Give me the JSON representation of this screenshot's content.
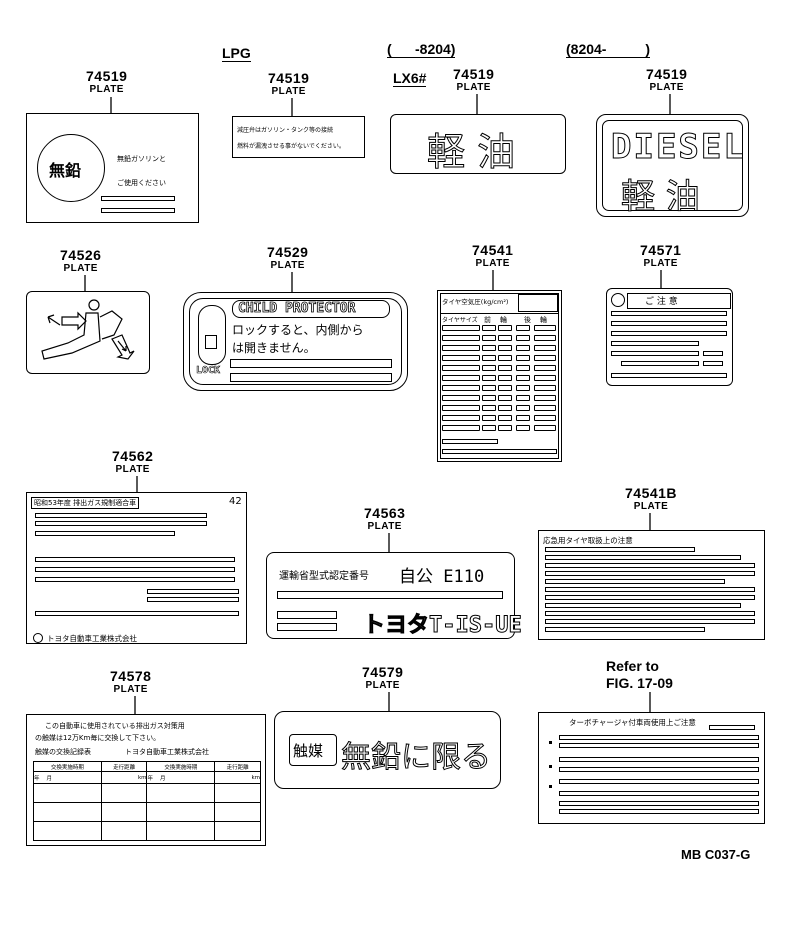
{
  "header": {
    "lpg": "LPG",
    "range_early": "(      -8204)",
    "range_late": "(8204-          )",
    "lx6": "LX6#"
  },
  "parts": {
    "p1": {
      "num": "74519",
      "label": "PLATE"
    },
    "p2": {
      "num": "74519",
      "label": "PLATE"
    },
    "p3": {
      "num": "74519",
      "label": "PLATE"
    },
    "p4": {
      "num": "74519",
      "label": "PLATE"
    },
    "p5": {
      "num": "74526",
      "label": "PLATE"
    },
    "p6": {
      "num": "74529",
      "label": "PLATE"
    },
    "p7": {
      "num": "74541",
      "label": "PLATE"
    },
    "p8": {
      "num": "74571",
      "label": "PLATE"
    },
    "p9": {
      "num": "74562",
      "label": "PLATE"
    },
    "p10": {
      "num": "74563",
      "label": "PLATE"
    },
    "p11": {
      "num": "74541B",
      "label": "PLATE"
    },
    "p12": {
      "num": "74578",
      "label": "PLATE"
    },
    "p13": {
      "num": "74579",
      "label": "PLATE"
    }
  },
  "refer": {
    "line1": "Refer to",
    "line2": "FIG. 17-09"
  },
  "figure_code": "MB C037-G",
  "plates": {
    "p1": {
      "circle": "無鉛",
      "line1": "無鉛ガソリンと",
      "line2": "ご使用ください"
    },
    "p2": {
      "line1": "減圧弁はガソリン・タンク等の接続",
      "line2": "燃料が漏洩させる事がないでください。"
    },
    "p3": {
      "text": "軽 油"
    },
    "p4": {
      "line1": "DIESEL",
      "line2": "軽 油"
    },
    "p6": {
      "banner": "CHILD PROTECTOR",
      "line1": "ロックすると、内側から",
      "line2": "は開きません。",
      "lock": "LOCK"
    },
    "p7": {
      "title": "タイヤ空気圧(kg/cm²)",
      "col1": "タイヤサイズ",
      "col2": "前",
      "col3": "輪",
      "col4": "後",
      "col5": "輪"
    },
    "p8": {
      "title": "ご 注 意"
    },
    "p9": {
      "title": "昭和53年度 排出ガス規制適合車",
      "num": "42",
      "maker": "トヨタ自動車工業株式会社"
    },
    "p10": {
      "line1": "運輸省型式認定番号",
      "code": "自公 E110",
      "model": "トヨタT-IS-UE"
    },
    "p11": {
      "title": "応急用タイヤ取扱上の注意"
    },
    "p12": {
      "line1": "この自動車に使用されている排出ガス対策用",
      "line2": "の触媒は12万Km毎に交換して下さい。",
      "line3": "触媒の交換記録表",
      "line4": "トヨタ自動車工業株式会社",
      "h1": "交換実施時期",
      "h2": "走行距離",
      "h3": "交換実施時期",
      "h4": "走行距離",
      "s1": "年",
      "s2": "月",
      "s3": "km",
      "s4": "年",
      "s5": "月",
      "s6": "km"
    },
    "p13": {
      "box": "触媒",
      "text": "無鉛に限る"
    },
    "p14": {
      "title": "ターボチャージャ付車両使用上ご注意"
    }
  }
}
